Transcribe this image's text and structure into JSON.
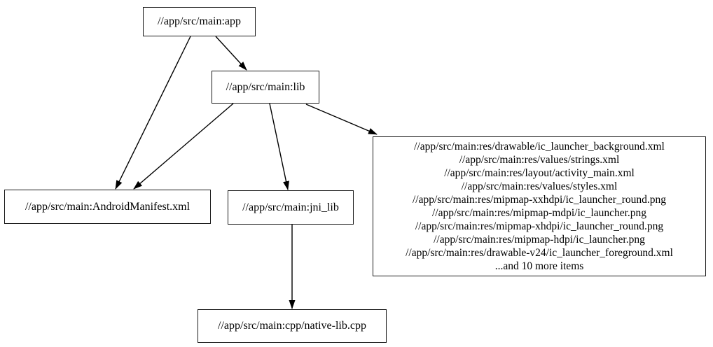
{
  "diagram": {
    "type": "dependency-graph",
    "background_color": "#ffffff",
    "node_border_color": "#1a1a1a",
    "edge_color": "#000000",
    "text_color": "#000000",
    "nodes": {
      "app": {
        "label": "//app/src/main:app"
      },
      "lib": {
        "label": "//app/src/main:lib"
      },
      "manifest": {
        "label": "//app/src/main:AndroidManifest.xml"
      },
      "jni_lib": {
        "label": "//app/src/main:jni_lib"
      },
      "resources": {
        "lines": [
          "//app/src/main:res/drawable/ic_launcher_background.xml",
          "//app/src/main:res/values/strings.xml",
          "//app/src/main:res/layout/activity_main.xml",
          "//app/src/main:res/values/styles.xml",
          "//app/src/main:res/mipmap-xxhdpi/ic_launcher_round.png",
          "//app/src/main:res/mipmap-mdpi/ic_launcher.png",
          "//app/src/main:res/mipmap-xhdpi/ic_launcher_round.png",
          "//app/src/main:res/mipmap-hdpi/ic_launcher.png",
          "//app/src/main:res/drawable-v24/ic_launcher_foreground.xml",
          "...and 10 more items"
        ]
      },
      "native_lib": {
        "label": "//app/src/main:cpp/native-lib.cpp"
      }
    },
    "edges": [
      {
        "from": "app",
        "to": "lib"
      },
      {
        "from": "app",
        "to": "manifest"
      },
      {
        "from": "lib",
        "to": "manifest"
      },
      {
        "from": "lib",
        "to": "jni_lib"
      },
      {
        "from": "lib",
        "to": "resources"
      },
      {
        "from": "jni_lib",
        "to": "native_lib"
      }
    ]
  }
}
